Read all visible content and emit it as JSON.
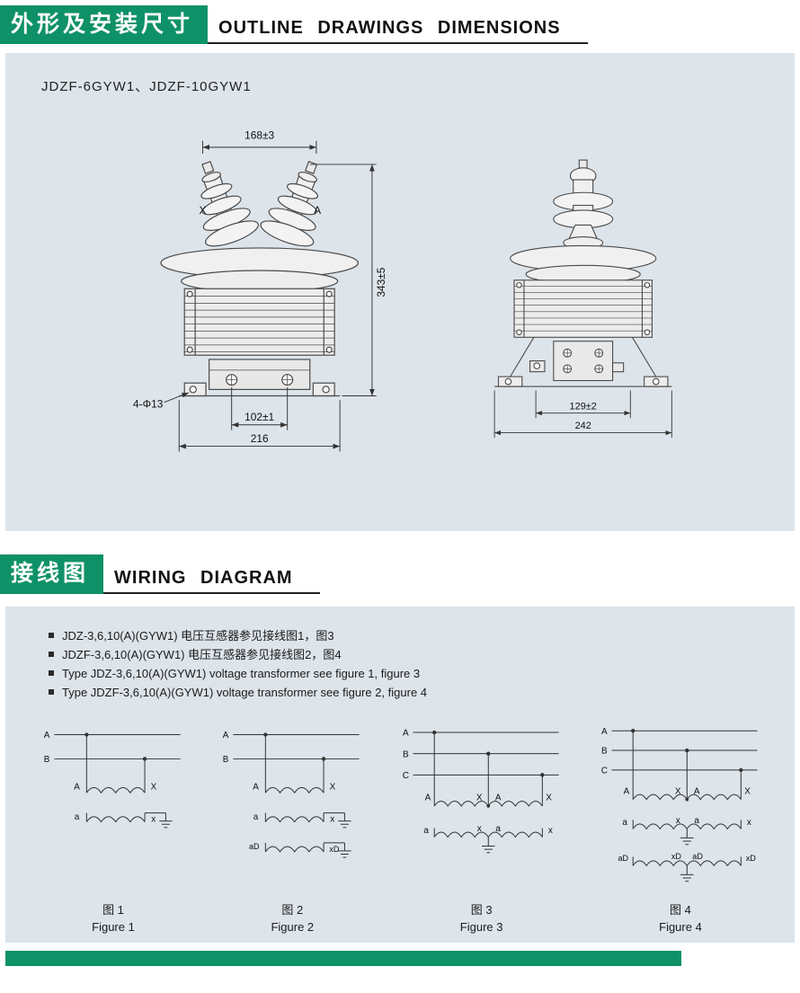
{
  "headers": {
    "outline": {
      "cn": "外形及安装尺寸",
      "en": "OUTLINE DRAWINGS DIMENSIONS"
    },
    "wiring": {
      "cn": "接线图",
      "en": "WIRING DIAGRAM"
    }
  },
  "outline": {
    "model": "JDZF-6GYW1、JDZF-10GYW1",
    "front": {
      "terminal_left": "X",
      "terminal_right": "A",
      "dim_top": "168±3",
      "dim_height": "343±5",
      "dim_holes": "4-Φ13",
      "dim_bolt_span": "102±1",
      "dim_width": "216"
    },
    "side": {
      "dim_inner": "129±2",
      "dim_width": "242"
    }
  },
  "wiring": {
    "notes": [
      "JDZ-3,6,10(A)(GYW1) 电压互感器参见接线图1，图3",
      "JDZF-3,6,10(A)(GYW1) 电压互感器参见接线图2，图4",
      "Type JDZ-3,6,10(A)(GYW1)  voltage transformer see figure 1, figure 3",
      "Type JDZF-3,6,10(A)(GYW1)  voltage transformer see figure 2, figure 4"
    ],
    "fig1": {
      "buses": [
        "A",
        "B"
      ],
      "primary": [
        "A",
        "X"
      ],
      "secondary": [
        "a",
        "x"
      ],
      "caption_cn": "图 1",
      "caption_en": "Figure 1"
    },
    "fig2": {
      "buses": [
        "A",
        "B"
      ],
      "primary": [
        "A",
        "X"
      ],
      "secondary": [
        "a",
        "x"
      ],
      "residual": [
        "aD",
        "xD"
      ],
      "caption_cn": "图 2",
      "caption_en": "Figure 2"
    },
    "fig3": {
      "buses": [
        "A",
        "B",
        "C"
      ],
      "primary": [
        "A",
        "X",
        "A",
        "X"
      ],
      "secondary": [
        "a",
        "x",
        "a",
        "x"
      ],
      "caption_cn": "图 3",
      "caption_en": "Figure 3"
    },
    "fig4": {
      "buses": [
        "A",
        "B",
        "C"
      ],
      "primary": [
        "A",
        "X",
        "A",
        "X"
      ],
      "secondary": [
        "a",
        "x",
        "a",
        "x"
      ],
      "residual": [
        "aD",
        "xD",
        "aD",
        "xD"
      ],
      "caption_cn": "图 4",
      "caption_en": "Figure 4"
    }
  },
  "colors": {
    "accent_green": "#0f9168",
    "panel_background": "#dde4ea"
  }
}
